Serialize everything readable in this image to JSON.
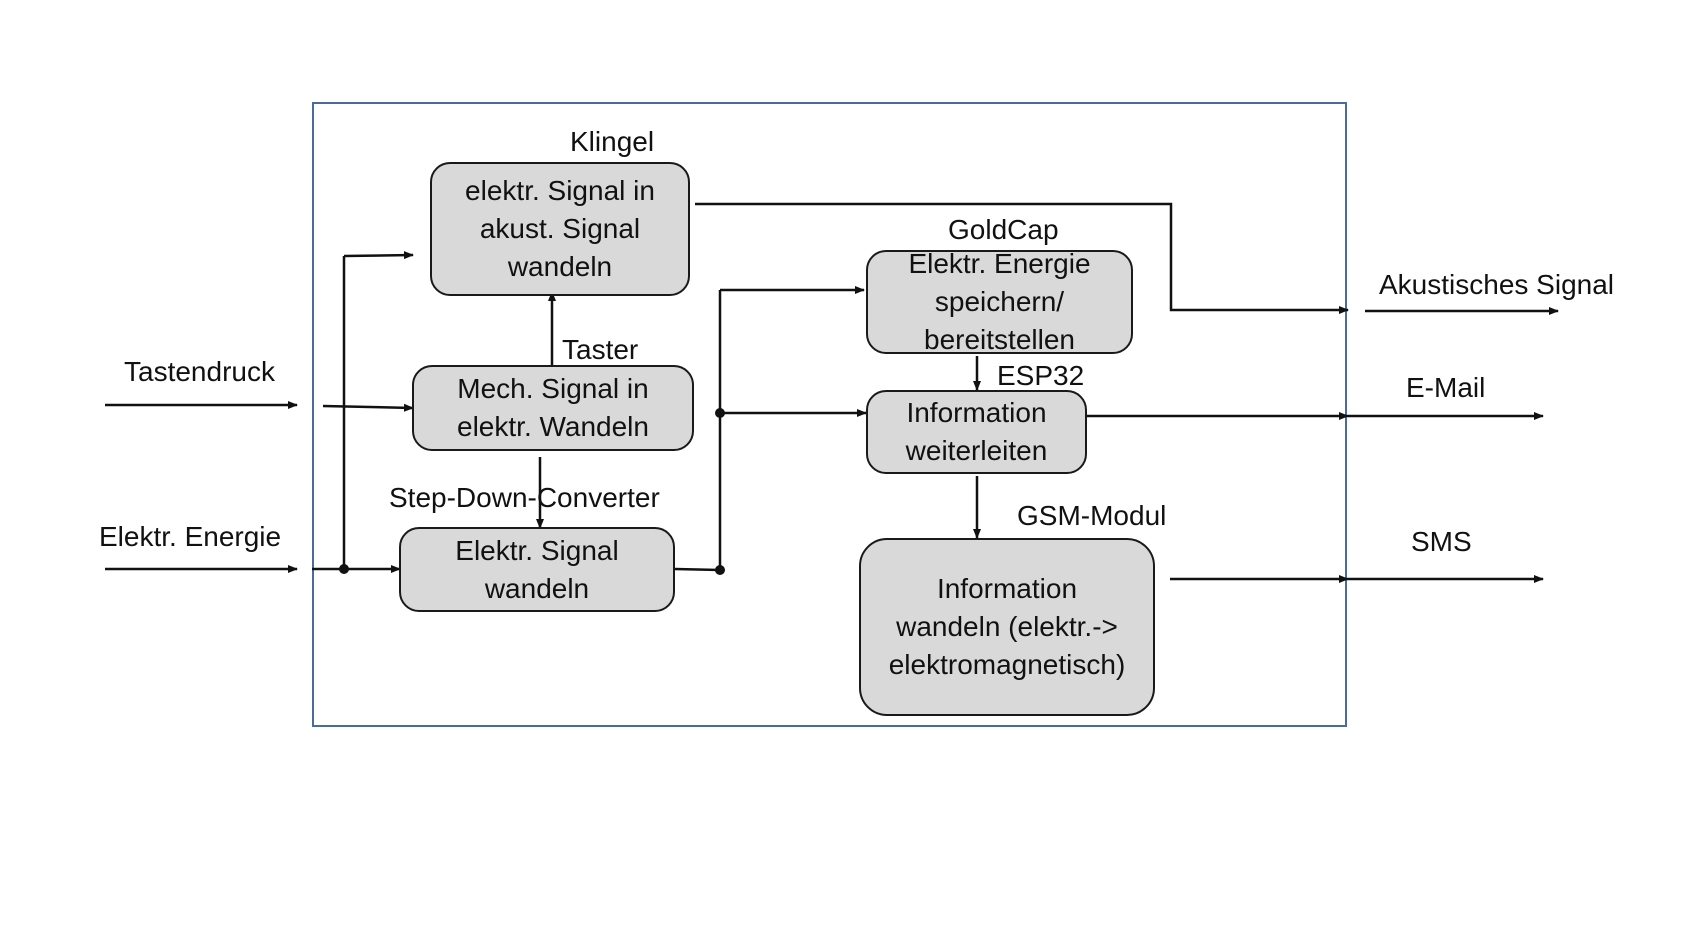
{
  "inputs": {
    "tastendruck": "Tastendruck",
    "energie": "Elektr. Energie"
  },
  "outputs": {
    "akustisch": "Akustisches Signal",
    "email": "E-Mail",
    "sms": "SMS"
  },
  "components": {
    "klingel": {
      "label": "Klingel",
      "text": "elektr. Signal in\nakust. Signal\nwandeln"
    },
    "taster": {
      "label": "Taster",
      "text": "Mech. Signal in\nelektr. Wandeln"
    },
    "converter": {
      "label": "Step-Down-Converter",
      "text": "Elektr. Signal\nwandeln"
    },
    "goldcap": {
      "label": "GoldCap",
      "text": "Elektr. Energie\nspeichern/\nbereitstellen"
    },
    "esp32": {
      "label": "ESP32",
      "text": "Information\nweiterleiten"
    },
    "gsm": {
      "label": "GSM-Modul",
      "text": "Information\nwandeln (elektr.->\nelektromagnetisch)"
    }
  }
}
